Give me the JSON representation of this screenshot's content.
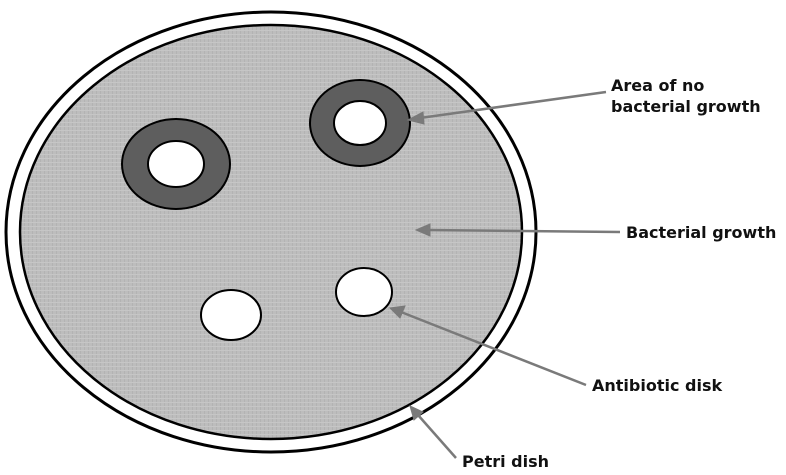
{
  "labels": {
    "no_growth_line1": "Area of no",
    "no_growth_line2": "bacterial growth",
    "bacterial_growth": "Bacterial growth",
    "antibiotic_disk": "Antibiotic disk",
    "petri_dish": "Petri dish"
  },
  "colors": {
    "agar_fill": "#bdbdbd",
    "inhibition_ring": "#5e5e5e",
    "disk": "#ffffff",
    "outline": "#000000",
    "arrow": "#7a7a7a"
  }
}
